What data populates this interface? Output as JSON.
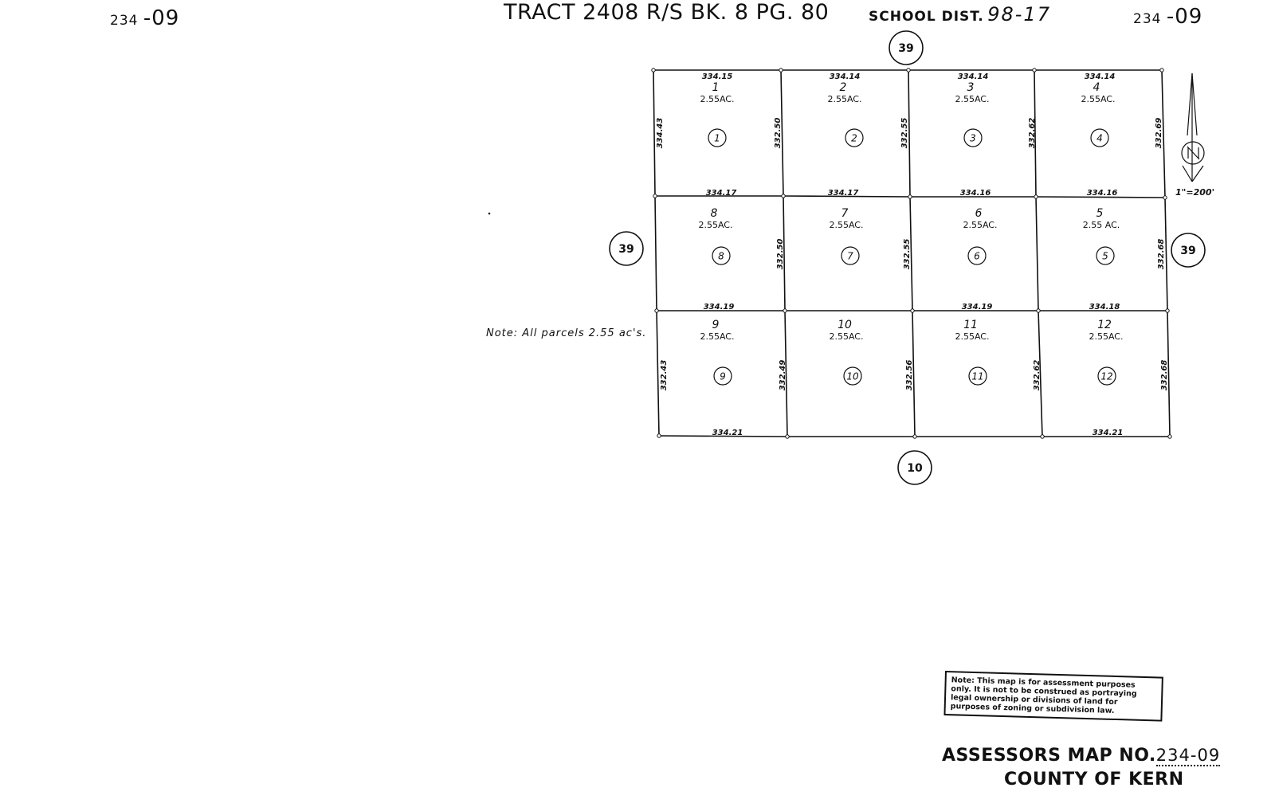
{
  "header": {
    "left_code_prefix": "234",
    "left_code_suffix": "-09",
    "title": "TRACT 2408 R/S BK. 8 PG. 80",
    "school_label": "SCHOOL DIST.",
    "school_value": "98-17",
    "right_code_prefix": "234",
    "right_code_suffix": "-09"
  },
  "scale": "1\"=200'",
  "note_left": "Note: All parcels 2.55 ac's.",
  "roads": {
    "north": "39",
    "west": "39",
    "east": "39",
    "south": "10"
  },
  "lots": [
    {
      "lot": "1",
      "area": "2.55AC.",
      "parcel": "1"
    },
    {
      "lot": "2",
      "area": "2.55AC.",
      "parcel": "2"
    },
    {
      "lot": "3",
      "area": "2.55AC.",
      "parcel": "3"
    },
    {
      "lot": "4",
      "area": "2.55AC.",
      "parcel": "4"
    },
    {
      "lot": "8",
      "area": "2.55AC.",
      "parcel": "8"
    },
    {
      "lot": "7",
      "area": "2.55AC.",
      "parcel": "7"
    },
    {
      "lot": "6",
      "area": "2.55AC.",
      "parcel": "6"
    },
    {
      "lot": "5",
      "area": "2.55 AC.",
      "parcel": "5"
    },
    {
      "lot": "9",
      "area": "2.55AC.",
      "parcel": "9"
    },
    {
      "lot": "10",
      "area": "2.55AC.",
      "parcel": "10"
    },
    {
      "lot": "11",
      "area": "2.55AC.",
      "parcel": "11"
    },
    {
      "lot": "12",
      "area": "2.55AC.",
      "parcel": "12"
    }
  ],
  "dimensions": {
    "row1_top": [
      "334.15",
      "334.14",
      "334.14",
      "334.14"
    ],
    "row1_bottom": [
      "334.17",
      "334.17",
      "334.16",
      "334.16"
    ],
    "row2_bottom": [
      "334.19",
      "334.19",
      "334.18"
    ],
    "row3_bottom": [
      "334.21",
      "334.21"
    ],
    "row1_sides": [
      "334.43",
      "332.50",
      "332.55",
      "332.62",
      "332.69"
    ],
    "row2_sides": [
      "332.50",
      "332.55",
      "332.68"
    ],
    "row3_sides": [
      "332.43",
      "332.49",
      "332.56",
      "332.62",
      "332.68"
    ]
  },
  "disclaimer": "Note: This map is for assessment purposes only. It is not to be construed as portraying legal ownership or divisions of land for purposes of zoning or subdivision law.",
  "footer": {
    "assessor_label": "ASSESSORS MAP NO.",
    "assessor_number": "234-09",
    "county": "COUNTY OF KERN"
  }
}
